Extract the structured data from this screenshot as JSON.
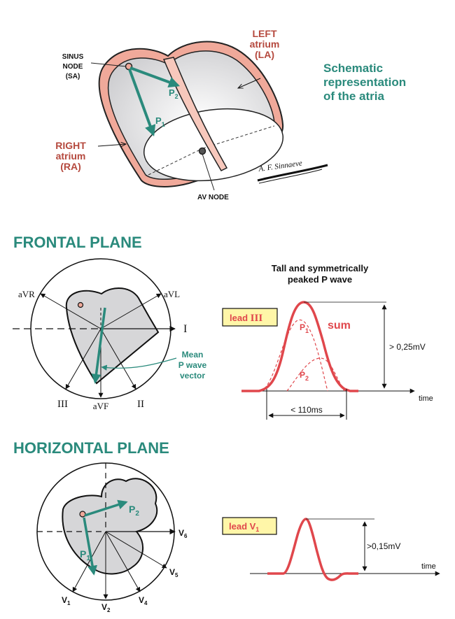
{
  "atria": {
    "title_lines": [
      "Schematic",
      "representation",
      "of the atria"
    ],
    "left_atrium_lines": [
      "LEFT",
      "atrium",
      "(LA)"
    ],
    "right_atrium_lines": [
      "RIGHT",
      "atrium",
      "(RA)"
    ],
    "sinus_node_lines": [
      "SINUS",
      "NODE",
      "(SA)"
    ],
    "av_node": "AV NODE",
    "p1": "P",
    "p1_sub": "1",
    "p2": "P",
    "p2_sub": "2",
    "signature": "A. F. Sinnaeve"
  },
  "frontal": {
    "heading": "FRONTAL PLANE",
    "leads": {
      "avr": "aVR",
      "avl": "aVL",
      "i": "I",
      "ii": "II",
      "iii": "III",
      "avf": "aVF"
    },
    "mean_vector_lines": [
      "Mean",
      "P wave",
      "vector"
    ],
    "wave_title_lines": [
      "Tall and symmetrically",
      "peaked P wave"
    ],
    "lead_box": "lead",
    "lead_box_roman": "III",
    "sum_label": "sum",
    "p1": "P",
    "p1_sub": "1",
    "p2": "P",
    "p2_sub": "2",
    "amplitude": "> 0,25mV",
    "duration": "< 110ms",
    "time": "time"
  },
  "horizontal": {
    "heading": "HORIZONTAL PLANE",
    "leads": {
      "v1": "V",
      "v2": "V",
      "v4": "V",
      "v5": "V",
      "v6": "V"
    },
    "lead_subs": {
      "v1": "1",
      "v2": "2",
      "v4": "4",
      "v5": "5",
      "v6": "6"
    },
    "p1": "P",
    "p1_sub": "1",
    "p2": "P",
    "p2_sub": "2",
    "lead_box": "lead V",
    "lead_box_sub": "1",
    "amplitude": ">0,15mV",
    "time": "time"
  },
  "colors": {
    "teal": "#2a8a7c",
    "red": "#e0474c",
    "atrium_wall": "#f0a99a",
    "septum": "#f7c8bc",
    "chamber": "#e4e4e6",
    "lead_box_fill": "#fff6a8",
    "brown_label": "#b5493e"
  }
}
